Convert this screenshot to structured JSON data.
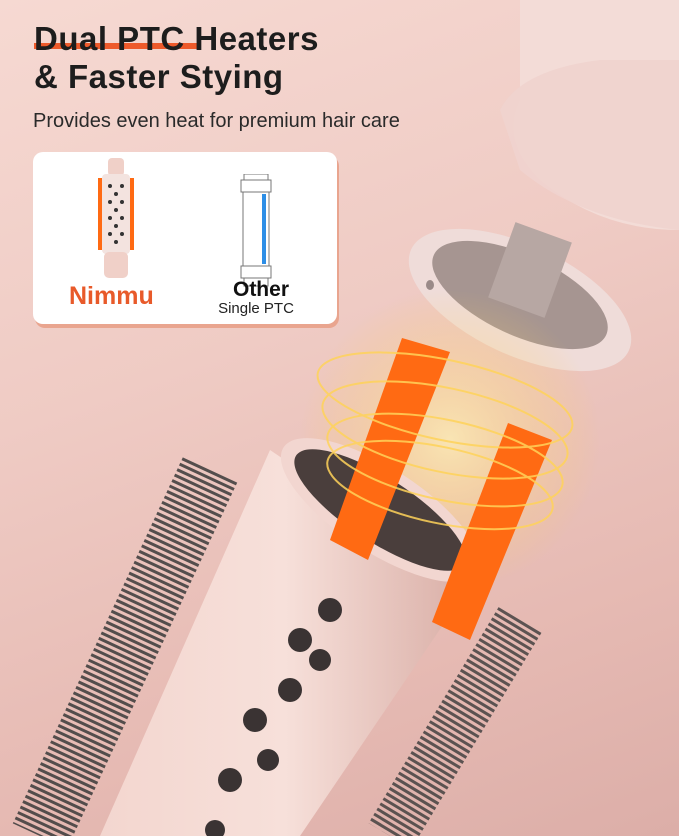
{
  "header": {
    "title_line1_highlight": "Dual PTC",
    "title_line1_rest": " Heaters",
    "title_line2": "& Faster Stying",
    "subtitle": "Provides even heat for premium hair care"
  },
  "comparison": {
    "left": {
      "label": "Nimmu",
      "color": "#e85a2a"
    },
    "right": {
      "label": "Other",
      "sublabel": "Single PTC",
      "heater_color": "#2d8ee6"
    }
  },
  "colors": {
    "accent": "#ee5a2b",
    "background": "#efcbc4",
    "brush_body": "#f0cfc8",
    "bristles": "#2f2f2f",
    "heater": "#ff6a13"
  }
}
